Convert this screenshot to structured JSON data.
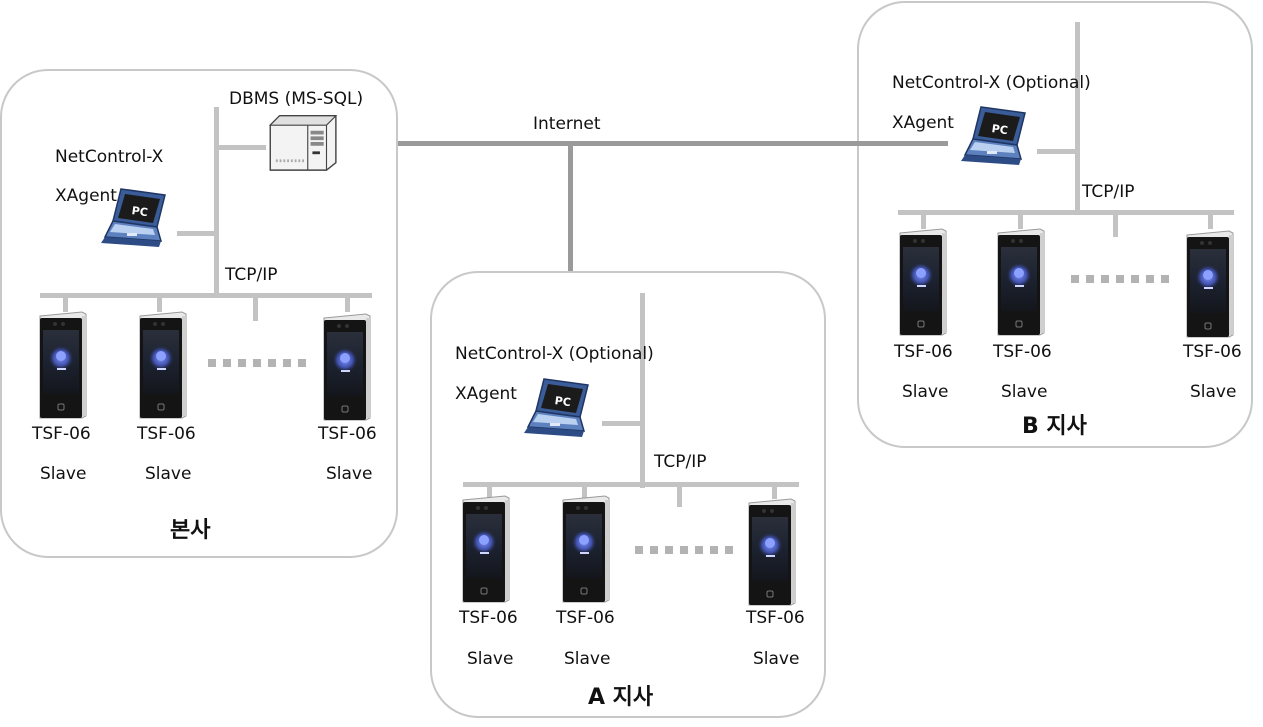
{
  "diagram": {
    "network_link_label": "Internet",
    "database": {
      "label": "DBMS (MS-SQL)",
      "icon": "server-icon"
    },
    "sites": {
      "hq": {
        "title": "본사",
        "software_label": "NetControl-X",
        "agent_label": "XAgent",
        "pc_icon_text": "PC",
        "bus_label": "TCP/IP",
        "devices": [
          {
            "model": "TSF-06",
            "role": "Slave"
          },
          {
            "model": "TSF-06",
            "role": "Slave"
          },
          {
            "model": "TSF-06",
            "role": "Slave"
          }
        ]
      },
      "branch_a": {
        "title": "A 지사",
        "software_label": "NetControl-X (Optional)",
        "agent_label": "XAgent",
        "pc_icon_text": "PC",
        "bus_label": "TCP/IP",
        "devices": [
          {
            "model": "TSF-06",
            "role": "Slave"
          },
          {
            "model": "TSF-06",
            "role": "Slave"
          },
          {
            "model": "TSF-06",
            "role": "Slave"
          }
        ]
      },
      "branch_b": {
        "title": "B 지사",
        "software_label": "NetControl-X (Optional)",
        "agent_label": "XAgent",
        "pc_icon_text": "PC",
        "bus_label": "TCP/IP",
        "devices": [
          {
            "model": "TSF-06",
            "role": "Slave"
          },
          {
            "model": "TSF-06",
            "role": "Slave"
          },
          {
            "model": "TSF-06",
            "role": "Slave"
          }
        ]
      }
    }
  }
}
